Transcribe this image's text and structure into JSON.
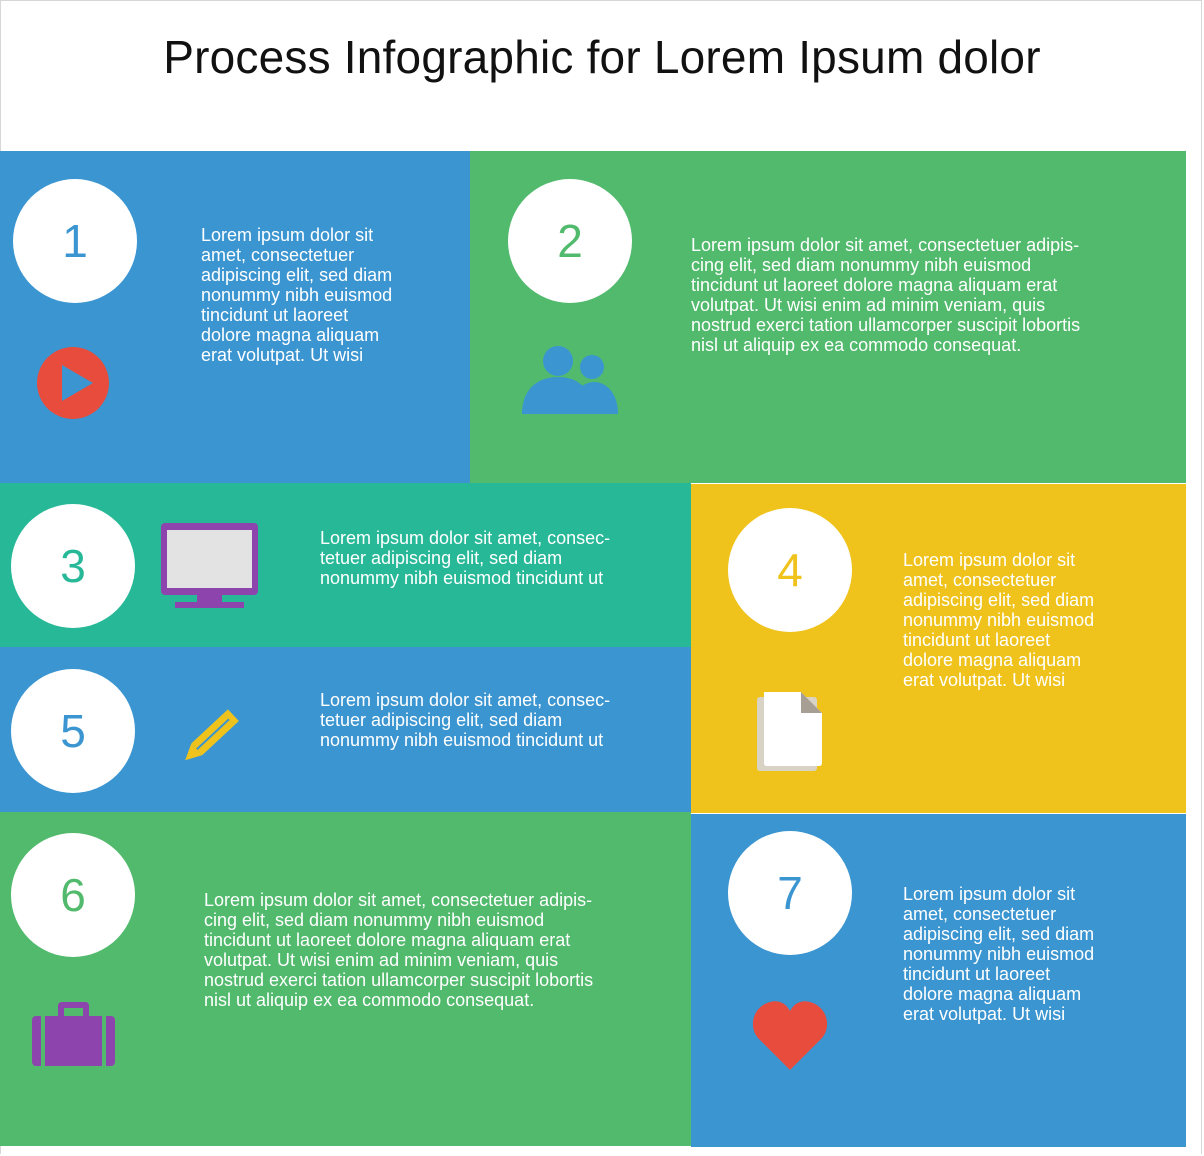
{
  "title": "Process Infographic for Lorem Ipsum dolor",
  "colors": {
    "blue": "#3b95d1",
    "green": "#52ba6d",
    "teal": "#27b898",
    "yellow": "#efc31c",
    "red": "#e74c3c",
    "purple": "#8e44ad",
    "white": "#ffffff"
  },
  "steps": [
    {
      "number": "1",
      "icon": "play-icon",
      "lines": [
        "Lorem ipsum dolor sit",
        "amet, consectetuer",
        "adipiscing elit, sed diam",
        "nonummy nibh euismod",
        "tincidunt ut laoreet",
        "dolore magna aliquam",
        "erat volutpat. Ut wisi"
      ]
    },
    {
      "number": "2",
      "icon": "users-icon",
      "lines": [
        "Lorem ipsum dolor sit amet, consectetuer adipis-",
        "cing elit, sed diam nonummy nibh euismod",
        "tincidunt ut laoreet dolore magna aliquam erat",
        "volutpat. Ut wisi enim ad minim veniam, quis",
        "nostrud exerci tation ullamcorper suscipit lobortis",
        "nisl ut aliquip ex ea commodo consequat."
      ]
    },
    {
      "number": "3",
      "icon": "monitor-icon",
      "lines": [
        "Lorem ipsum dolor sit amet, consec-",
        "tetuer adipiscing elit, sed diam",
        "nonummy nibh euismod tincidunt ut"
      ]
    },
    {
      "number": "4",
      "icon": "document-icon",
      "lines": [
        "Lorem ipsum dolor sit",
        "amet, consectetuer",
        "adipiscing elit, sed diam",
        "nonummy nibh euismod",
        "tincidunt ut laoreet",
        "dolore magna aliquam",
        "erat volutpat. Ut wisi"
      ]
    },
    {
      "number": "5",
      "icon": "pencil-icon",
      "lines": [
        "Lorem ipsum dolor sit amet, consec-",
        "tetuer adipiscing elit, sed diam",
        "nonummy nibh euismod tincidunt ut"
      ]
    },
    {
      "number": "6",
      "icon": "briefcase-icon",
      "lines": [
        "Lorem ipsum dolor sit amet, consectetuer adipis-",
        "cing elit, sed diam nonummy nibh euismod",
        "tincidunt ut laoreet dolore magna aliquam erat",
        "volutpat. Ut wisi enim ad minim veniam, quis",
        "nostrud exerci tation ullamcorper suscipit lobortis",
        "nisl ut aliquip ex ea commodo consequat."
      ]
    },
    {
      "number": "7",
      "icon": "heart-icon",
      "lines": [
        "Lorem ipsum dolor sit",
        "amet, consectetuer",
        "adipiscing elit, sed diam",
        "nonummy nibh euismod",
        "tincidunt ut laoreet",
        "dolore magna aliquam",
        "erat volutpat. Ut wisi"
      ]
    }
  ]
}
